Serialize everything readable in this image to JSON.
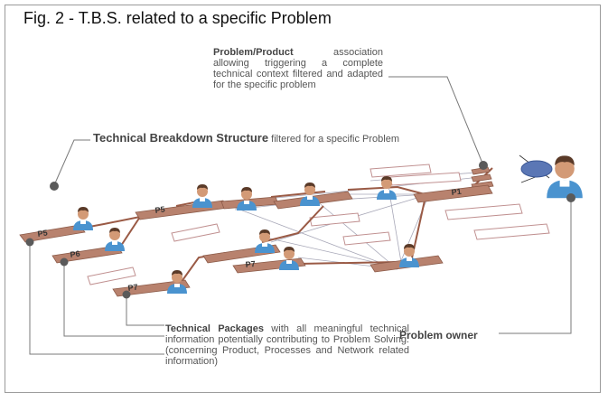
{
  "title": "Fig. 2 -  T.B.S. related to a specific Problem",
  "annotations": {
    "association": {
      "bold": "Problem/Product",
      "text": " association allowing triggering a complete technical context filtered and adapted for the specific problem"
    },
    "tbs": {
      "bold": "Technical Breakdown Structure",
      "text": " filtered for a specific Problem"
    },
    "packages": {
      "bold": "Technical       Packages",
      "text": "  with all meaningful technical information potentially contributing to Problem Solving. (concerning Product, Processes and Network related information)"
    },
    "owner": "Problem owner"
  },
  "plate_labels": {
    "p5_left": "P5",
    "p6": "P6",
    "p5_mid": "P5",
    "p7_bottom": "P7",
    "p7_mid": "P7",
    "p1": "P1"
  },
  "colors": {
    "plate": "#b8826e",
    "link": "#9a5a45",
    "gray_link": "#a8a8b8",
    "person_body": "#4a93cf",
    "person_head": "#d39a76",
    "lens": "#5b77b5"
  }
}
